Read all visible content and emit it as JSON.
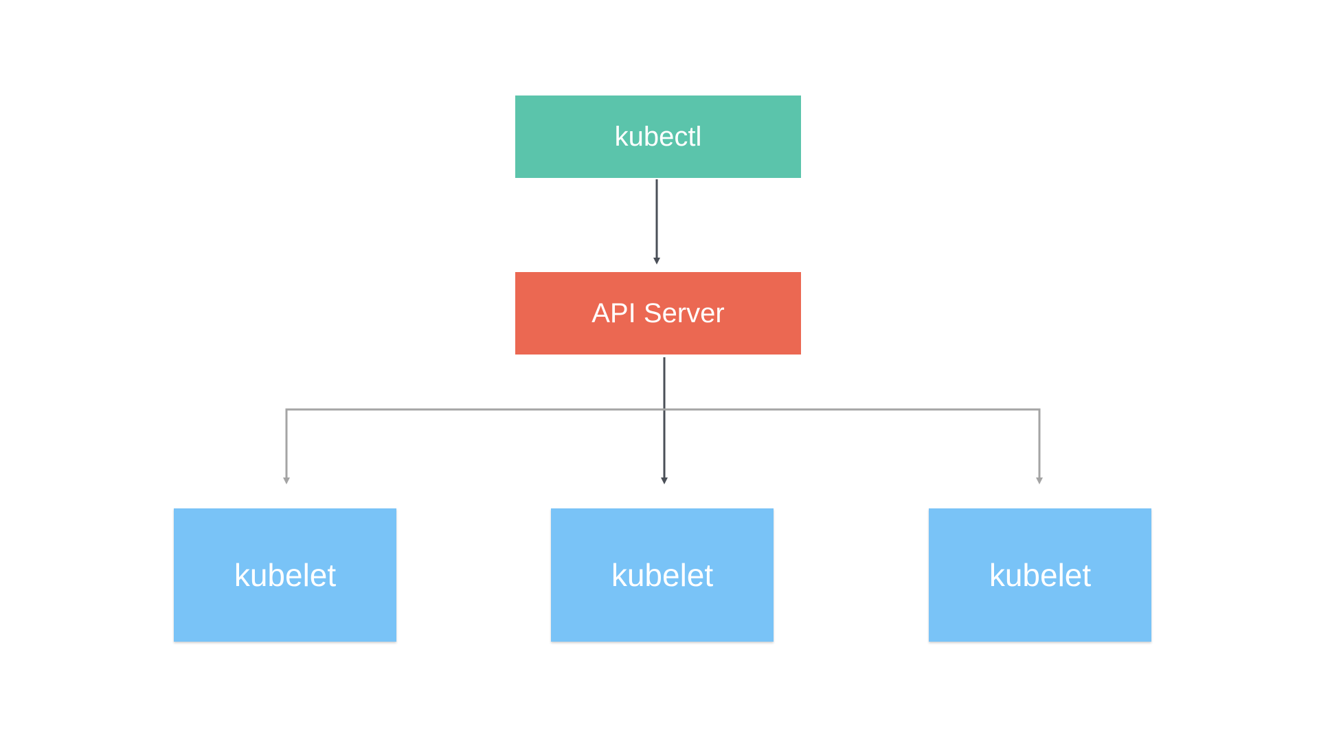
{
  "nodes": {
    "client": {
      "label": "kubectl",
      "color": "#5bc4ab"
    },
    "server": {
      "label": "API Server",
      "color": "#eb6852"
    },
    "agents": [
      {
        "label": "kubelet",
        "color": "#79c3f7"
      },
      {
        "label": "kubelet",
        "color": "#79c3f7"
      },
      {
        "label": "kubelet",
        "color": "#79c3f7"
      }
    ]
  },
  "edges": {
    "primary_color": "#4a4f57",
    "secondary_color": "#a4a4a4"
  }
}
